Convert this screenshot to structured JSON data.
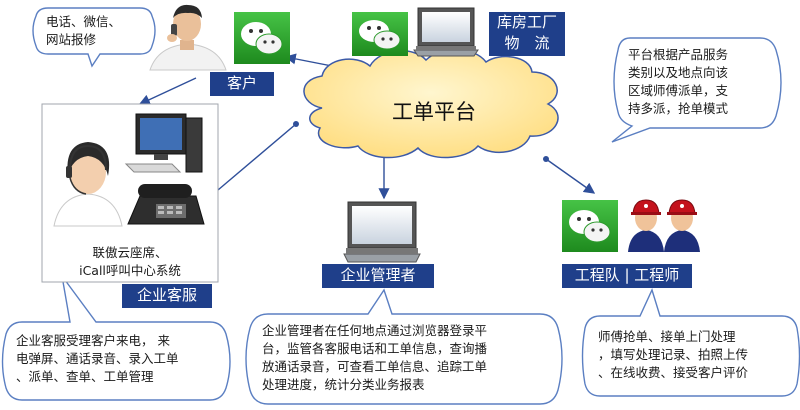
{
  "platform": {
    "title": "工单平台"
  },
  "nodes": {
    "customer": {
      "label": "客户"
    },
    "warehouse": {
      "label_line1": "库房工厂",
      "label_line2": "物　流"
    },
    "enterprise_service": {
      "label": "企业客服",
      "system_line1": "联傲云座席、",
      "system_line2": "iCall呼叫中心系统"
    },
    "enterprise_admin": {
      "label": "企业管理者"
    },
    "engineers": {
      "label": "工程队 | 工程师"
    }
  },
  "bubbles": {
    "customer_note": {
      "lines": [
        "电话、微信、",
        "网站报修"
      ]
    },
    "platform_note": {
      "lines": [
        "平台根据产品服务",
        "类别以及地点向该",
        "区域师傅派单，支",
        "持多派，抢单模式"
      ]
    },
    "service_note": {
      "lines": [
        "企业客服受理客户来电， 来",
        "电弹屏、通话录音、录入工单",
        "、派单、查单、工单管理"
      ]
    },
    "admin_note": {
      "lines": [
        "企业管理者在任何地点通过浏览器登录平",
        "台，监管各客服电话和工单信息，查询播",
        "放通话录音，可查看工单信息、追踪工单",
        "处理进度，统计分类业务报表"
      ]
    },
    "engineer_note": {
      "lines": [
        "师傅抢单、接单上门处理",
        "，填写处理记录、拍照上传",
        "、在线收费、接受客户评价"
      ]
    }
  },
  "colors": {
    "label_bg": "#1f3f8a",
    "cloud_fill": "#ffe9a6",
    "cloud_stroke": "#3c5aa8",
    "bubble_stroke": "#5b7fc2",
    "arrow": "#2f4f9a"
  },
  "icons": [
    "wechat-icon",
    "laptop-icon",
    "person-phone-icon",
    "agent-headset-icon",
    "desktop-computer-icon",
    "desk-phone-icon",
    "engineer-icon"
  ]
}
